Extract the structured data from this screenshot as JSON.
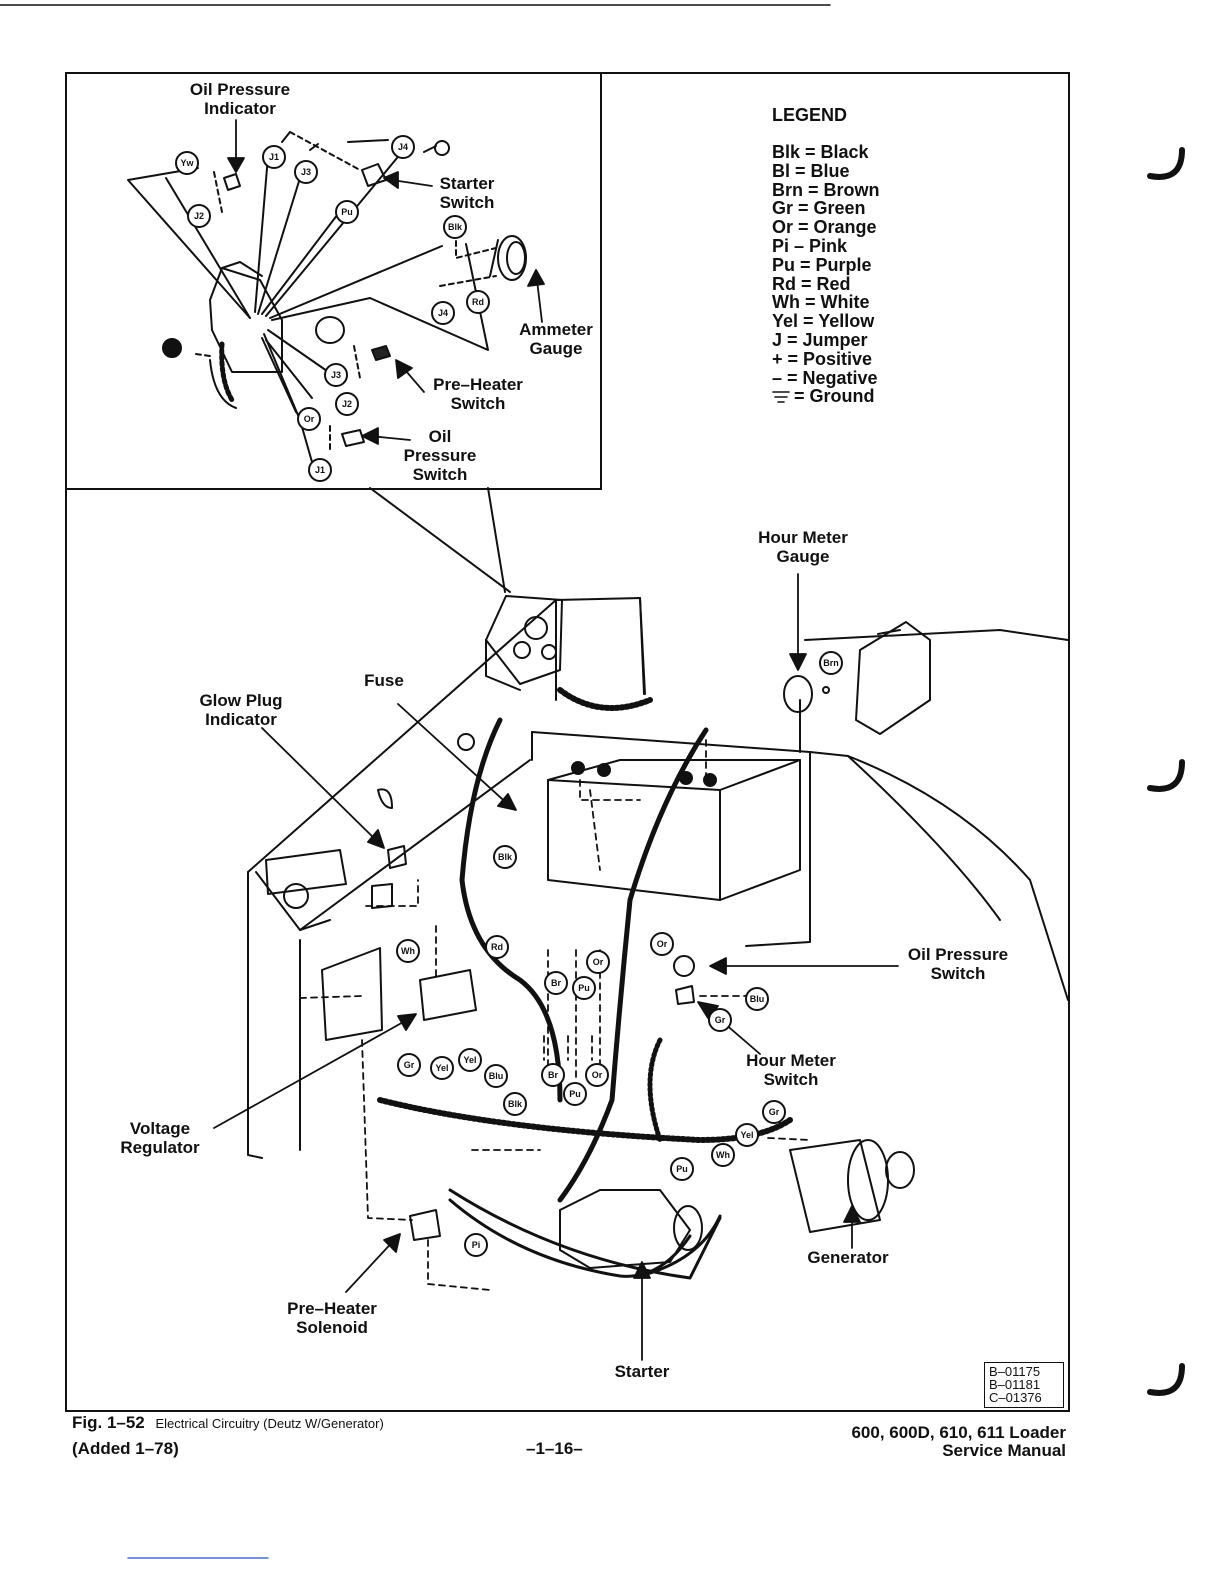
{
  "inset": {
    "labels": {
      "oil_pressure_indicator": [
        "Oil Pressure",
        "Indicator"
      ],
      "starter_switch": [
        "Starter",
        "Switch"
      ],
      "ammeter_gauge": [
        "Ammeter",
        "Gauge"
      ],
      "pre_heater_switch": [
        "Pre–Heater",
        "Switch"
      ],
      "oil_pressure_switch": [
        "Oil",
        "Pressure",
        "Switch"
      ]
    },
    "tags": [
      "Yw",
      "J2",
      "J1",
      "J3",
      "Pu",
      "J4",
      "Blk",
      "J4",
      "Rd",
      "J3",
      "J2",
      "Or",
      "J1"
    ]
  },
  "legend": {
    "title": "LEGEND",
    "entries": [
      "Blk = Black",
      "Bl = Blue",
      "Brn = Brown",
      "Gr = Green",
      "Or = Orange",
      "Pi – Pink",
      "Pu = Purple",
      "Rd = Red",
      "Wh = White",
      "Yel = Yellow",
      "J = Jumper",
      "+ = Positive",
      "– = Negative",
      "= Ground"
    ]
  },
  "main": {
    "labels": {
      "hour_meter_gauge": [
        "Hour Meter",
        "Gauge"
      ],
      "fuse": [
        "Fuse"
      ],
      "glow_plug_indicator": [
        "Glow Plug",
        "Indicator"
      ],
      "oil_pressure_switch": [
        "Oil Pressure",
        "Switch"
      ],
      "hour_meter_switch": [
        "Hour Meter",
        "Switch"
      ],
      "voltage_regulator": [
        "Voltage",
        "Regulator"
      ],
      "generator": [
        "Generator"
      ],
      "pre_heater_solenoid": [
        "Pre–Heater",
        "Solenoid"
      ],
      "starter": [
        "Starter"
      ]
    },
    "tags": [
      "Brn",
      "Blk",
      "Rd",
      "Or",
      "Br",
      "Pu",
      "Wh",
      "Gr",
      "Yel",
      "Yel",
      "Blu",
      "Br",
      "Pu",
      "Or",
      "Blk",
      "Or",
      "Blu",
      "Gr",
      "Gr",
      "Yel",
      "Wh",
      "Pu",
      "Pi"
    ]
  },
  "doc_ids": [
    "B–01175",
    "B–01181",
    "C–01376"
  ],
  "footer": {
    "fig_number": "Fig. 1–52",
    "fig_caption": "Electrical Circuitry (Deutz W/Generator)",
    "added": "(Added 1–78)",
    "page": "–1–16–",
    "manual_line1": "600, 600D, 610, 611 Loader",
    "manual_line2": "Service Manual"
  }
}
